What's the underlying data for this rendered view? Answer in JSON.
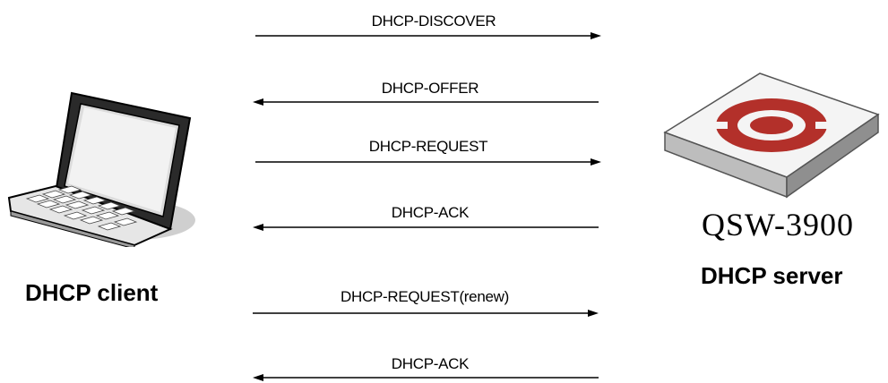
{
  "client": {
    "label": "DHCP client",
    "icon": "laptop-icon"
  },
  "server": {
    "model": "QSW-3900",
    "label": "DHCP server",
    "icon": "switch-icon",
    "logo_color": "#b3302a"
  },
  "messages": [
    {
      "label": "DHCP-DISCOVER",
      "direction": "client-to-server"
    },
    {
      "label": "DHCP-OFFER",
      "direction": "server-to-client"
    },
    {
      "label": "DHCP-REQUEST",
      "direction": "client-to-server"
    },
    {
      "label": "DHCP-ACK",
      "direction": "server-to-client"
    },
    {
      "label": "DHCP-REQUEST(renew)",
      "direction": "client-to-server"
    },
    {
      "label": "DHCP-ACK",
      "direction": "server-to-client"
    }
  ]
}
